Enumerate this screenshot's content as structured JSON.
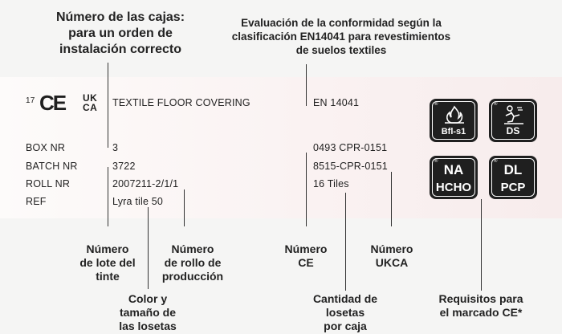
{
  "callouts": {
    "top_left": [
      "Número de las cajas:",
      "para un orden de",
      "instalación correcto"
    ],
    "top_center": [
      "Evaluación de la conformidad según la",
      "clasificación EN14041 para revestimientos",
      "de suelos textiles"
    ],
    "lote": [
      "Número",
      "de lote del",
      "tinte"
    ],
    "color": [
      "Color y",
      "tamaño de",
      "las losetas"
    ],
    "rollo": [
      "Número",
      "de rollo de",
      "producción"
    ],
    "ce": [
      "Número",
      "CE"
    ],
    "cantidad": [
      "Cantidad de",
      "losetas",
      "por caja"
    ],
    "ukca": [
      "Número",
      "UKCA"
    ],
    "requisitos": [
      "Requisitos para",
      "el marcado CE*"
    ]
  },
  "label": {
    "year": "17",
    "ce_text": "CE",
    "ukca_top": "UK",
    "ukca_bottom": "CA",
    "product": "TEXTILE FLOOR COVERING",
    "standard": "EN 14041",
    "fields": [
      {
        "name": "BOX NR",
        "value": "3"
      },
      {
        "name": "BATCH NR",
        "value": "3722"
      },
      {
        "name": "ROLL NR",
        "value": "2007211-2/1/1"
      },
      {
        "name": "REF",
        "value": "Lyra tile 50"
      }
    ],
    "ce_number": "0493 CPR-0151",
    "ukca_number": "8515-CPR-0151",
    "tiles": "16 Tiles"
  },
  "badges": {
    "fire": {
      "icon": "fire-icon",
      "text": "Bfl-s1"
    },
    "ds": {
      "icon": "slip-person-icon",
      "text": "DS"
    },
    "na_hcho": {
      "top": "NA",
      "bottom": "HCHO"
    },
    "dl_pcp": {
      "top": "DL",
      "bottom": "PCP"
    }
  },
  "colors": {
    "line": "#333333",
    "badge": "#1f1f1f"
  }
}
